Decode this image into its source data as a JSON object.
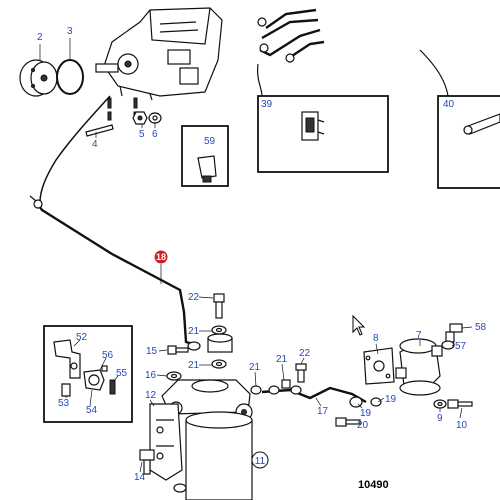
{
  "diagram": {
    "drawing_number": "10490",
    "selected_callout": "18",
    "colors": {
      "callout_text": "#2848b8",
      "selected_callout_fill": "#d42020",
      "line": "#111111"
    },
    "callouts": {
      "c2": "2",
      "c3": "3",
      "c4": "4",
      "c5": "5",
      "c6": "6",
      "c7": "7",
      "c8": "8",
      "c9": "9",
      "c10": "10",
      "c11": "11",
      "c12": "12",
      "c14": "14",
      "c15": "15",
      "c16": "16",
      "c17": "17",
      "c18": "18",
      "c19a": "19",
      "c19b": "19",
      "c20": "20",
      "c21a": "21",
      "c21b": "21",
      "c21c": "21",
      "c21d": "21",
      "c22a": "22",
      "c22b": "22",
      "c39": "39",
      "c40": "40",
      "c52": "52",
      "c53": "53",
      "c54": "54",
      "c55": "55",
      "c56": "56",
      "c57": "57",
      "c58": "58",
      "c59": "59"
    }
  }
}
